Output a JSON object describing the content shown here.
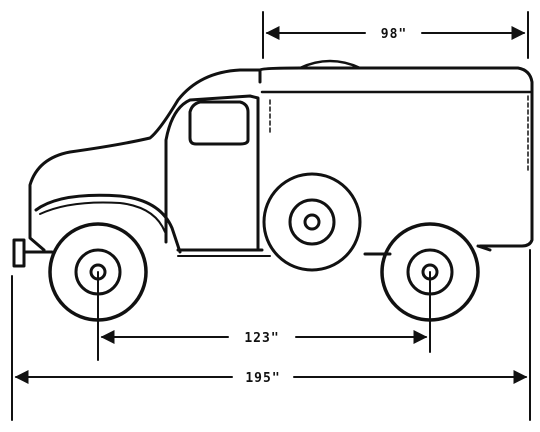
{
  "dimensions": {
    "cargo_length": "98\"",
    "wheelbase": "123\"",
    "overall_length": "195\""
  },
  "colors": {
    "ink": "#111111",
    "background": "#ffffff"
  }
}
